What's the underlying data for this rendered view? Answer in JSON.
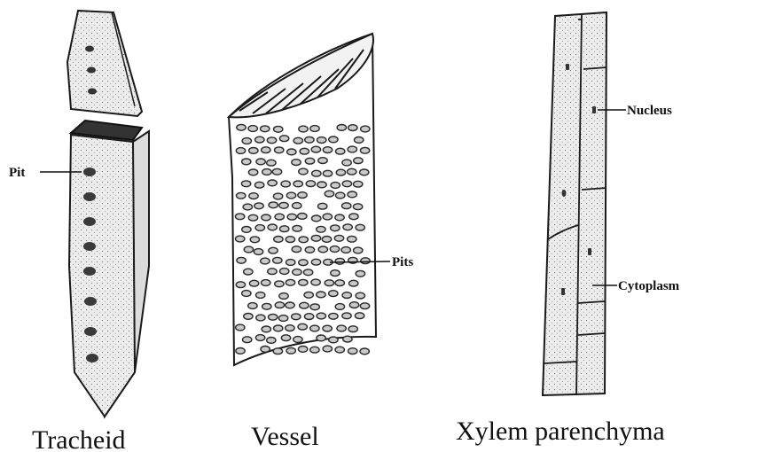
{
  "tracheid": {
    "caption": "Tracheid",
    "pit_label": "Pit"
  },
  "vessel": {
    "caption": "Vessel",
    "pits_label": "Pits"
  },
  "parenchyma": {
    "caption": "Xylem parenchyma",
    "nucleus_label": "Nucleus",
    "cytoplasm_label": "Cytoplasm"
  },
  "colors": {
    "stroke": "#1a1a1a",
    "fill": "#e8e8e8",
    "dark": "#2a2a2a"
  }
}
